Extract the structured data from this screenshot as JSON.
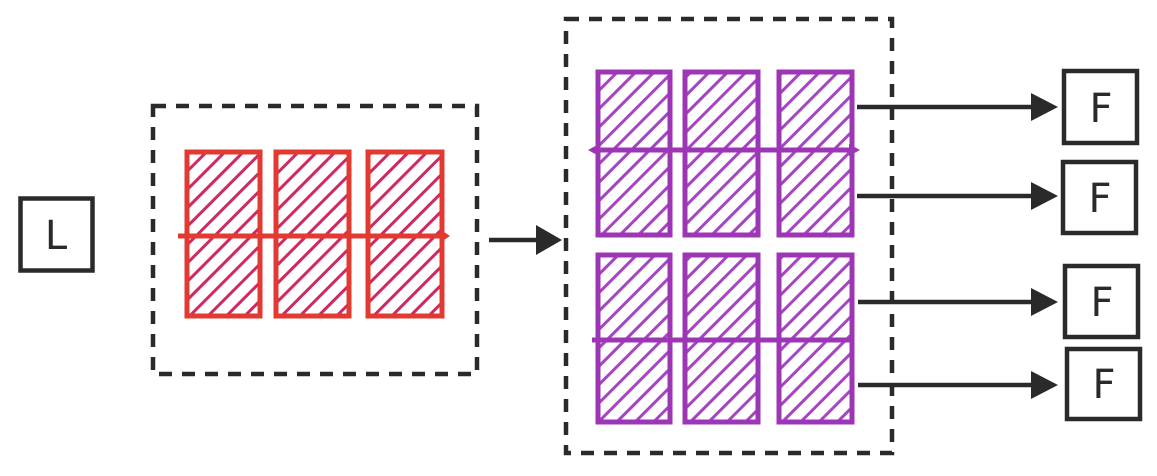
{
  "colors": {
    "background": "#ffffff",
    "dark": "#2a2a2a",
    "red_stroke": "#e23a31",
    "red_hatch": "#ce2a5f",
    "purple_stroke": "#9c36b5",
    "purple_hatch": "#a446c2"
  },
  "nodes": {
    "input": {
      "label": "L"
    },
    "outputs": [
      {
        "label": "F"
      },
      {
        "label": "F"
      },
      {
        "label": "F"
      },
      {
        "label": "F"
      }
    ]
  },
  "structure": {
    "red_group": {
      "columns": 3,
      "rows": 2,
      "container_style": "dashed"
    },
    "purple_groups": {
      "count": 2,
      "columns": 3,
      "rows": 2,
      "container_style": "dashed"
    },
    "output_arrow_count": 4
  }
}
